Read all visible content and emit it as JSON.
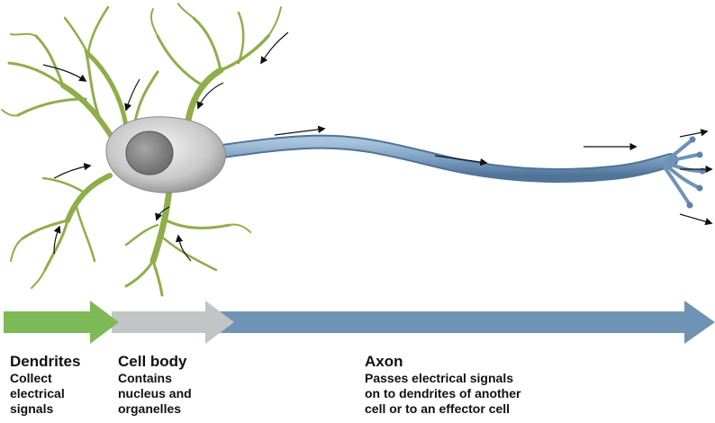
{
  "sections": {
    "dendrites": {
      "title": "Dendrites",
      "desc": "Collect\nelectrical\nsignals",
      "color": "#7db956"
    },
    "cell_body": {
      "title": "Cell body",
      "desc": "Contains\nnucleus and\norganelles",
      "color": "#c2c4c6"
    },
    "axon": {
      "title": "Axon",
      "desc": "Passes electrical signals\non to dendrites of another\ncell or to an effector cell",
      "color": "#6f93b5"
    }
  },
  "colors": {
    "dendrite_fill": "#8fae4a",
    "soma_fill": "#c9c9c9",
    "nucleus_fill": "#8a8a8a",
    "axon_fill": "#7d9fbf",
    "signal_arrow": "#111111"
  }
}
